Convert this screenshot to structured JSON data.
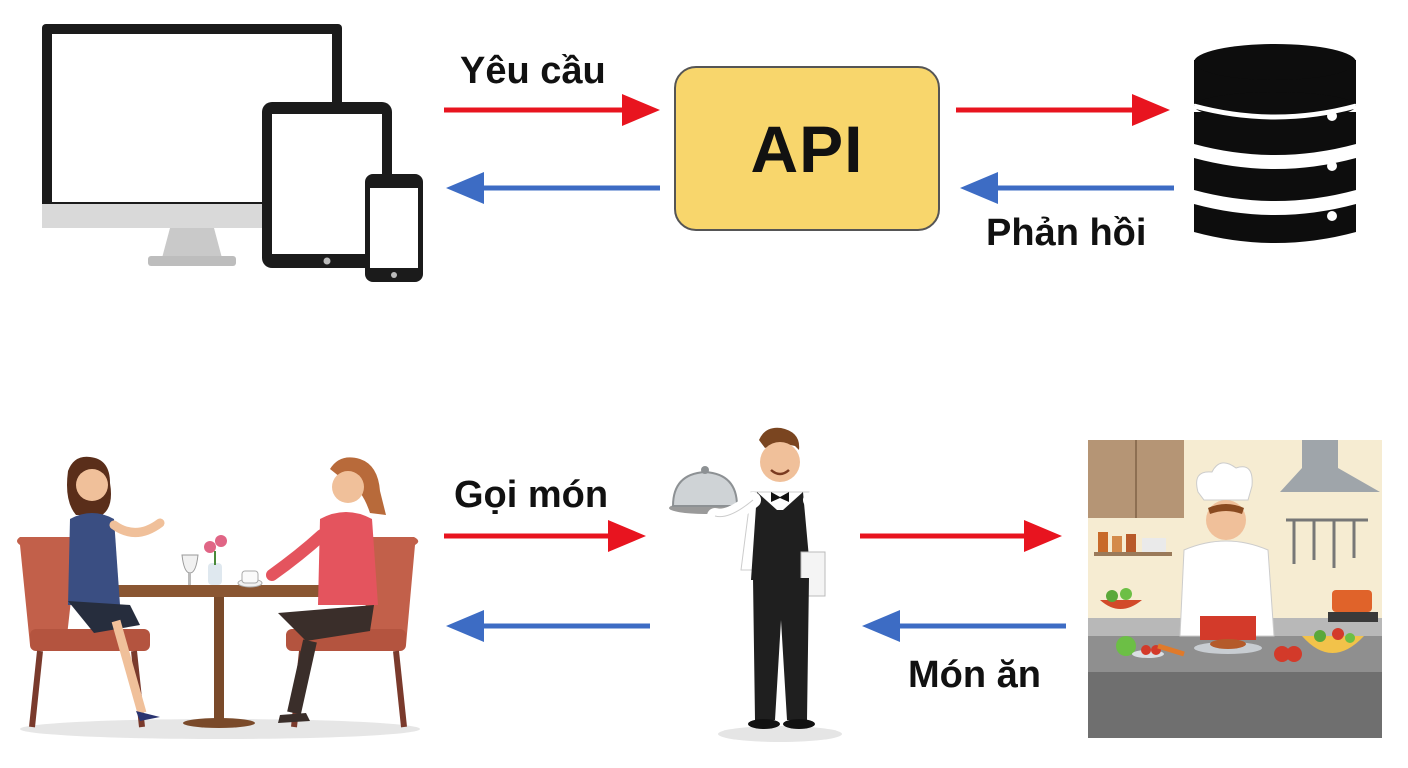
{
  "top_row": {
    "request_label": "Yêu cầu",
    "api_label": "API",
    "response_label": "Phản hồi"
  },
  "bottom_row": {
    "order_label": "Gọi món",
    "dish_label": "Món ăn"
  },
  "colors": {
    "request_arrow": "#e8141f",
    "response_arrow": "#3d6cc4",
    "api_box": "#f8d66c"
  },
  "icons": [
    "monitor-icon",
    "tablet-icon",
    "phone-icon",
    "database-icon",
    "diners-icon",
    "waiter-icon",
    "kitchen-chef-icon"
  ]
}
